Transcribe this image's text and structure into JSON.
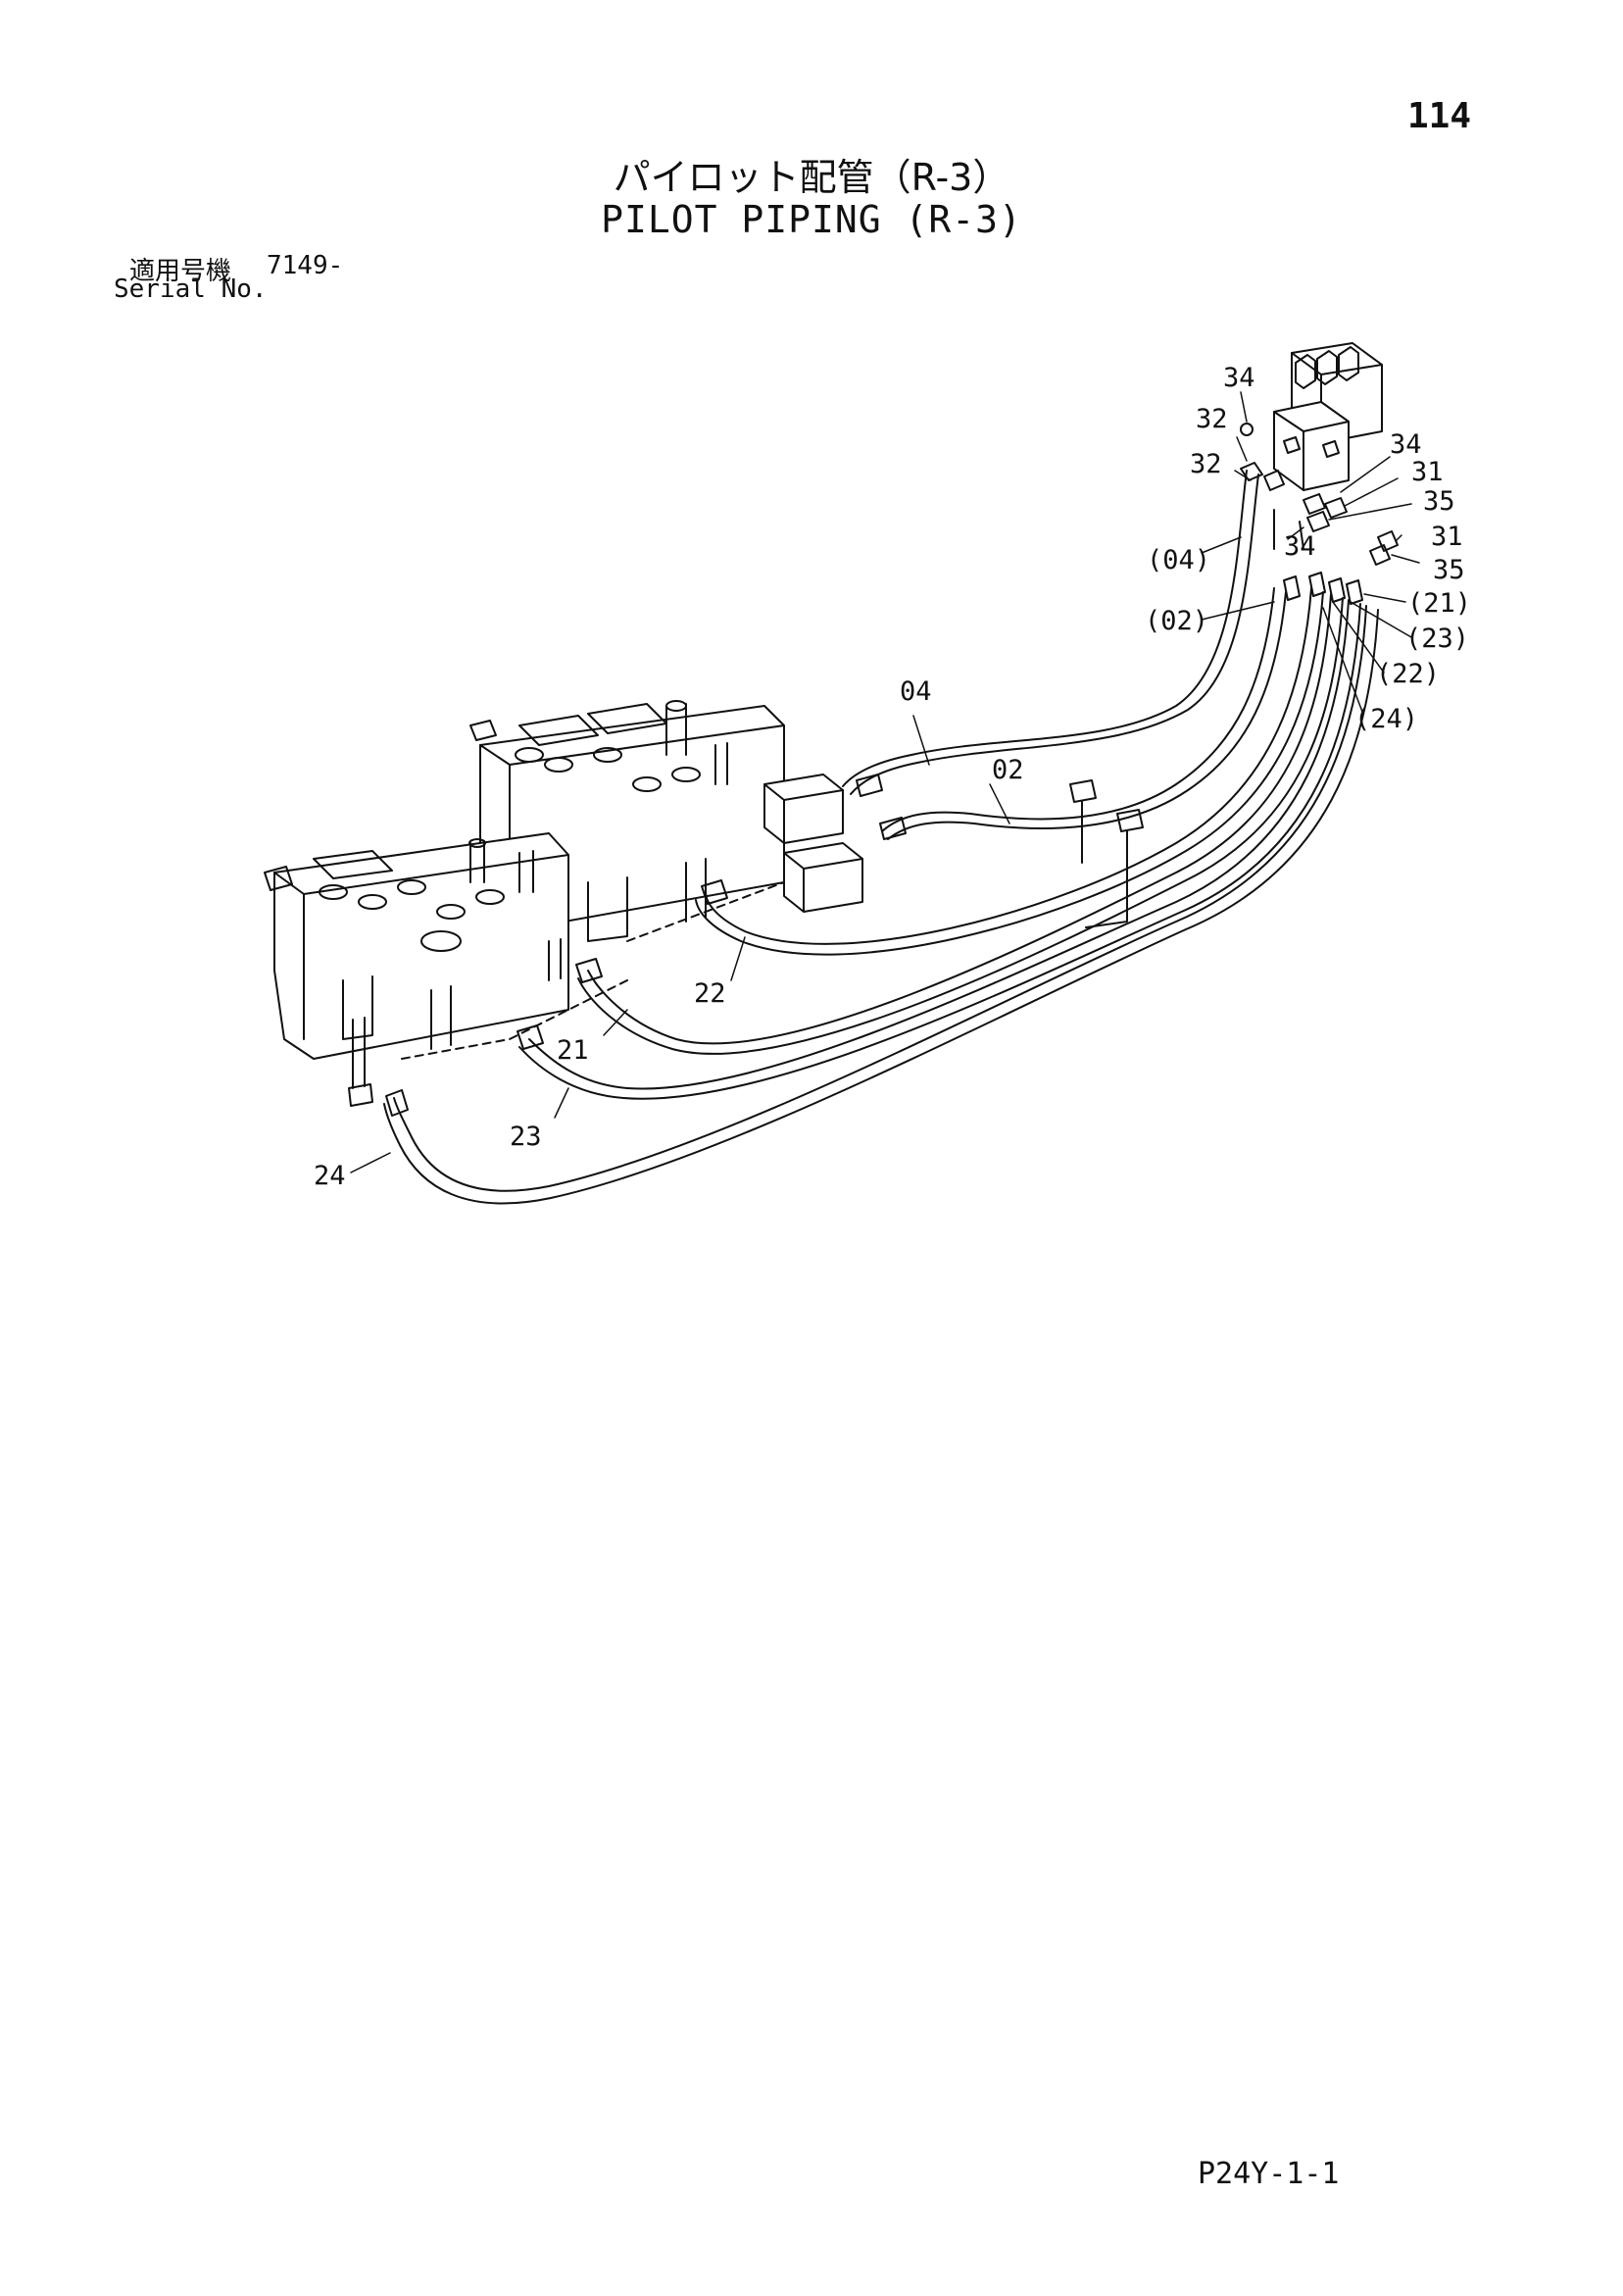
{
  "page_number": "114",
  "title_jp": "パイロット配管（R-3）",
  "title_en": "PILOT PIPING (R-3)",
  "serial": {
    "label_jp": "適用号機",
    "label_en": "Serial No.",
    "value": "7149-"
  },
  "doc_code": "P24Y-1-1",
  "callouts": {
    "c34a": "34",
    "c32a": "32",
    "c32b": "32",
    "c34b": "34",
    "c31a": "31",
    "c35a": "35",
    "c34c": "34",
    "c31b": "31",
    "c35b": "35",
    "c04p": "(04)",
    "c02p": "(02)",
    "c21p": "(21)",
    "c23p": "(23)",
    "c22p": "(22)",
    "c24p": "(24)",
    "c04": "04",
    "c02": "02",
    "c22": "22",
    "c21": "21",
    "c23": "23",
    "c24": "24"
  }
}
